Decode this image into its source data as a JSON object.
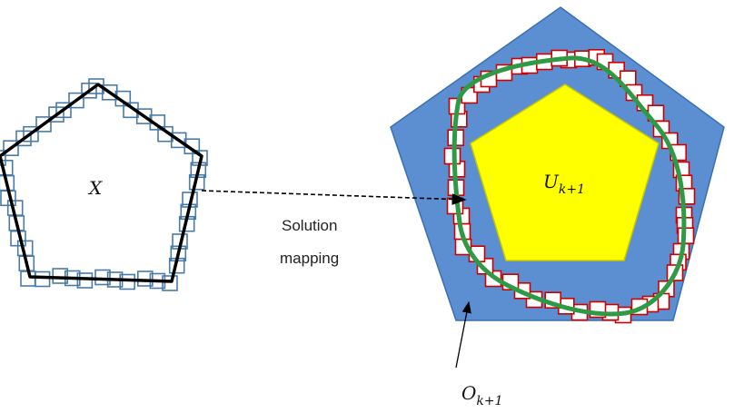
{
  "labels": {
    "x_set": "X",
    "u_base": "U",
    "u_sub": "k+1",
    "o_base": "O",
    "o_sub": "k+1",
    "mapping_line1": "Solution",
    "mapping_line2": "mapping"
  },
  "colors": {
    "outer_pentagon_fill": "#5b8fd1",
    "outer_pentagon_stroke": "#3b6fb3",
    "inner_pentagon_fill": "#ffff00",
    "inner_pentagon_stroke": "#c8c800",
    "left_pentagon_stroke": "#000000",
    "left_box_stroke": "#4a7ba7",
    "image_box_stroke": "#cc0000",
    "image_curve": "#2e9a46",
    "arrow": "#000000"
  }
}
